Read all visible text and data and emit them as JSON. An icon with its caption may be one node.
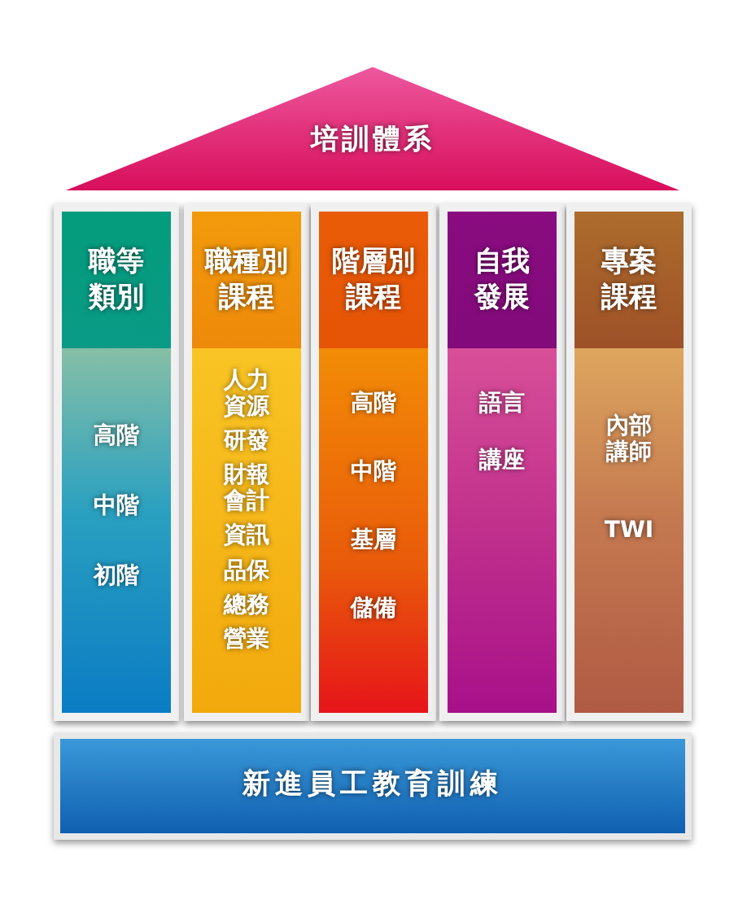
{
  "diagram": {
    "nodes": [
      {
        "text": [
          "培訓體系"
        ]
      },
      {
        "text": [
          "職等類別",
          "高階",
          "中階",
          "初階"
        ]
      },
      {
        "text": [
          "職種別課程",
          "人力資源",
          "研發",
          "財報會計",
          "資訊",
          "品保",
          "總務",
          "營業"
        ]
      },
      {
        "text": [
          "階層別課程",
          "高階",
          "中階",
          "基層",
          "儲備"
        ]
      },
      {
        "text": [
          "自我發展",
          "語言",
          "講座"
        ]
      },
      {
        "text": [
          "專案課程",
          "內部講師",
          "TWI"
        ]
      },
      {
        "text": [
          "新進員工教育訓練"
        ]
      }
    ]
  }
}
